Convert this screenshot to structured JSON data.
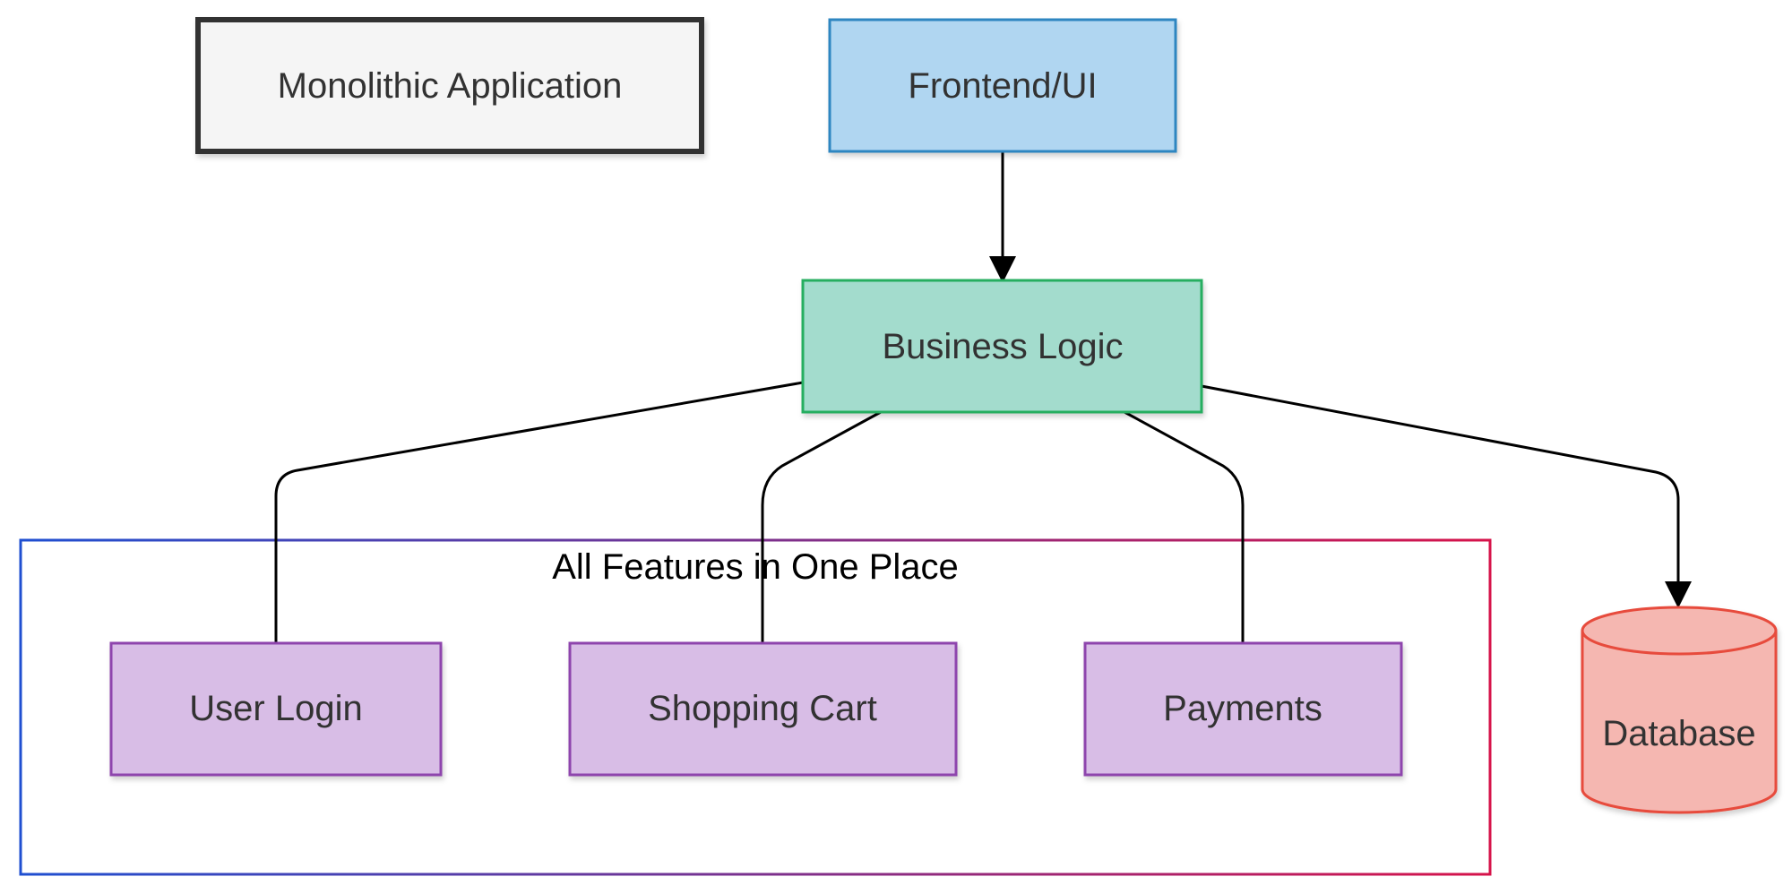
{
  "nodes": {
    "monolith": {
      "label": "Monolithic Application",
      "fill": "#f5f5f5",
      "stroke": "#333333"
    },
    "frontend": {
      "label": "Frontend/UI",
      "fill": "#b0d6f1",
      "stroke": "#2e86c1"
    },
    "business": {
      "label": "Business Logic",
      "fill": "#a3dccd",
      "stroke": "#27ae60"
    },
    "login": {
      "label": "User Login",
      "fill": "#d8bde6",
      "stroke": "#8e44ad"
    },
    "cart": {
      "label": "Shopping Cart",
      "fill": "#d8bde6",
      "stroke": "#8e44ad"
    },
    "payments": {
      "label": "Payments",
      "fill": "#d8bde6",
      "stroke": "#8e44ad"
    },
    "database": {
      "label": "Database",
      "fill": "#f5b7b1",
      "stroke": "#e74c3c"
    }
  },
  "group": {
    "label": "All Features in One Place",
    "stroke_start": "#1f4fd1",
    "stroke_end": "#d6134a"
  },
  "edges": [
    {
      "from": "frontend",
      "to": "business",
      "arrow": true
    },
    {
      "from": "business",
      "to": "login",
      "arrow": false
    },
    {
      "from": "business",
      "to": "cart",
      "arrow": false
    },
    {
      "from": "business",
      "to": "payments",
      "arrow": false
    },
    {
      "from": "business",
      "to": "database",
      "arrow": true
    }
  ]
}
